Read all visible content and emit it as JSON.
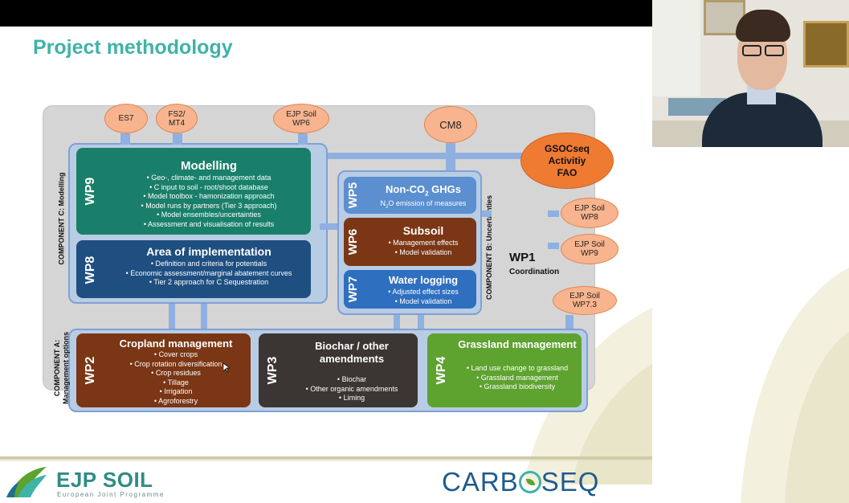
{
  "slide": {
    "title": "Project methodology",
    "components": {
      "c": "COMPONENT C: Modelling",
      "b": "COMPONENT B: Uncertainties",
      "a_line1": "COMPONENT A:",
      "a_line2": "Management options"
    },
    "ovals": {
      "es7": "ES7",
      "fs2_l1": "FS2/",
      "fs2_l2": "MT4",
      "wp6_l1": "EJP Soil",
      "wp6_l2": "WP6",
      "cm8": "CM8",
      "gsoc_l1": "GSOCseq",
      "gsoc_l2": "Activitiy",
      "gsoc_l3": "FAO",
      "wp8_l1": "EJP Soil",
      "wp8_l2": "WP8",
      "wp9_l1": "EJP Soil",
      "wp9_l2": "WP9",
      "wp73_l1": "EJP Soil",
      "wp73_l2": "WP7.3"
    },
    "wp1": {
      "label": "WP1",
      "sub": "Coordination"
    },
    "boxes": {
      "wp9": {
        "wp": "WP9",
        "title": "Modelling",
        "items": [
          "Geo-, climate- and management data",
          "C input to soil - root/shoot database",
          "Model toolbox - hamonization approach",
          "Model runs by partners (Tier 3 approach)",
          "Model ensembles/uncertainties",
          "Assessment and visualisation of results"
        ]
      },
      "wp8": {
        "wp": "WP8",
        "title": "Area of implementation",
        "items": [
          "Definition and criteria for potentials",
          "Economic assessment/marginal abatement curves",
          "Tier 2 approach for C Sequestration"
        ]
      },
      "wp5": {
        "wp": "WP5",
        "title_a": "Non-CO",
        "title_sub": "2",
        "title_b": " GHGs",
        "item_a": "N",
        "item_sub": "2",
        "item_b": "O emission of measures"
      },
      "wp6": {
        "wp": "WP6",
        "title": "Subsoil",
        "items": [
          "Management effects",
          "Model validation"
        ]
      },
      "wp7": {
        "wp": "WP7",
        "title": "Water logging",
        "items": [
          "Adjusted effect sizes",
          "Model validation"
        ]
      },
      "wp2": {
        "wp": "WP2",
        "title": "Cropland management",
        "items": [
          "Cover crops",
          "Crop rotation diversification",
          "Crop residues",
          "Tillage",
          "Irrigation",
          "Agroforestry"
        ]
      },
      "wp3": {
        "wp": "WP3",
        "title_l1": "Biochar / other",
        "title_l2": "amendments",
        "items": [
          "Biochar",
          "Other organic amendments",
          "Liming"
        ]
      },
      "wp4": {
        "wp": "WP4",
        "title": "Grassland management",
        "items": [
          "Land use change to grassland",
          "Grassland management",
          "Grassland biodiversity"
        ]
      }
    },
    "footer": {
      "ejp_main": "EJP SOIL",
      "ejp_sub": "European Joint Programme",
      "carbo_a": "CARB",
      "carbo_b": "SEQ"
    }
  },
  "colors": {
    "title": "#3fb3a7",
    "teal_box": "#1a7f6a",
    "navy_box": "#1f4f80",
    "blue_box": "#5b8fd0",
    "brown_box": "#7b3615",
    "dark_box": "#3b3533",
    "green_box": "#5ea22f",
    "oval": "#f7b48e",
    "gsoc": "#ef7a32"
  }
}
